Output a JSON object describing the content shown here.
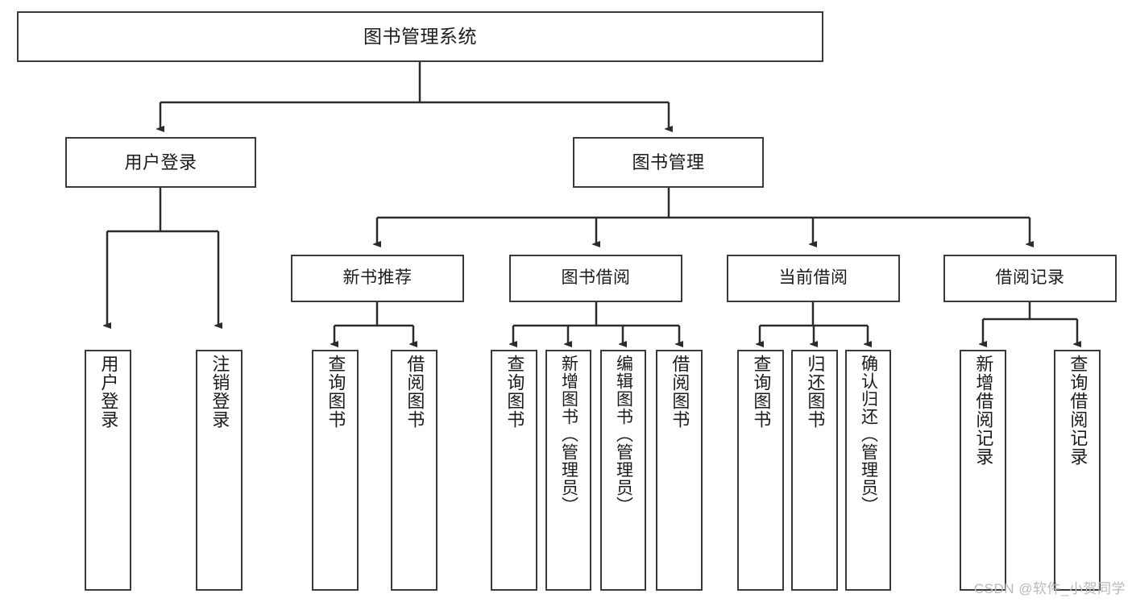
{
  "diagram": {
    "title": "图书管理系统",
    "watermark": "CSDN @软件_小贺同学",
    "colors": {
      "box_border": "#3a3a3a",
      "box_fill": "#ffffff",
      "edge": "#2b2b2b",
      "text": "#1b1b1b",
      "watermark": "#b9b9b9"
    },
    "root": {
      "label": "图书管理系统"
    },
    "level2": [
      {
        "label": "用户登录"
      },
      {
        "label": "图书管理"
      }
    ],
    "level3": [
      {
        "label": "新书推荐"
      },
      {
        "label": "图书借阅"
      },
      {
        "label": "当前借阅"
      },
      {
        "label": "借阅记录"
      }
    ],
    "leaves": {
      "user_login": [
        {
          "label": "用户登录"
        },
        {
          "label": "注销登录"
        }
      ],
      "new_book_recommend": [
        {
          "label": "查询图书"
        },
        {
          "label": "借阅图书"
        }
      ],
      "book_borrow": [
        {
          "label": "查询图书"
        },
        {
          "label": "新增图书（管理员）"
        },
        {
          "label": "编辑图书（管理员）"
        },
        {
          "label": "借阅图书"
        }
      ],
      "current_borrow": [
        {
          "label": "查询图书"
        },
        {
          "label": "归还图书"
        },
        {
          "label": "确认归还（管理员）"
        }
      ],
      "borrow_record": [
        {
          "label": "新增借阅记录"
        },
        {
          "label": "查询借阅记录"
        }
      ]
    }
  }
}
